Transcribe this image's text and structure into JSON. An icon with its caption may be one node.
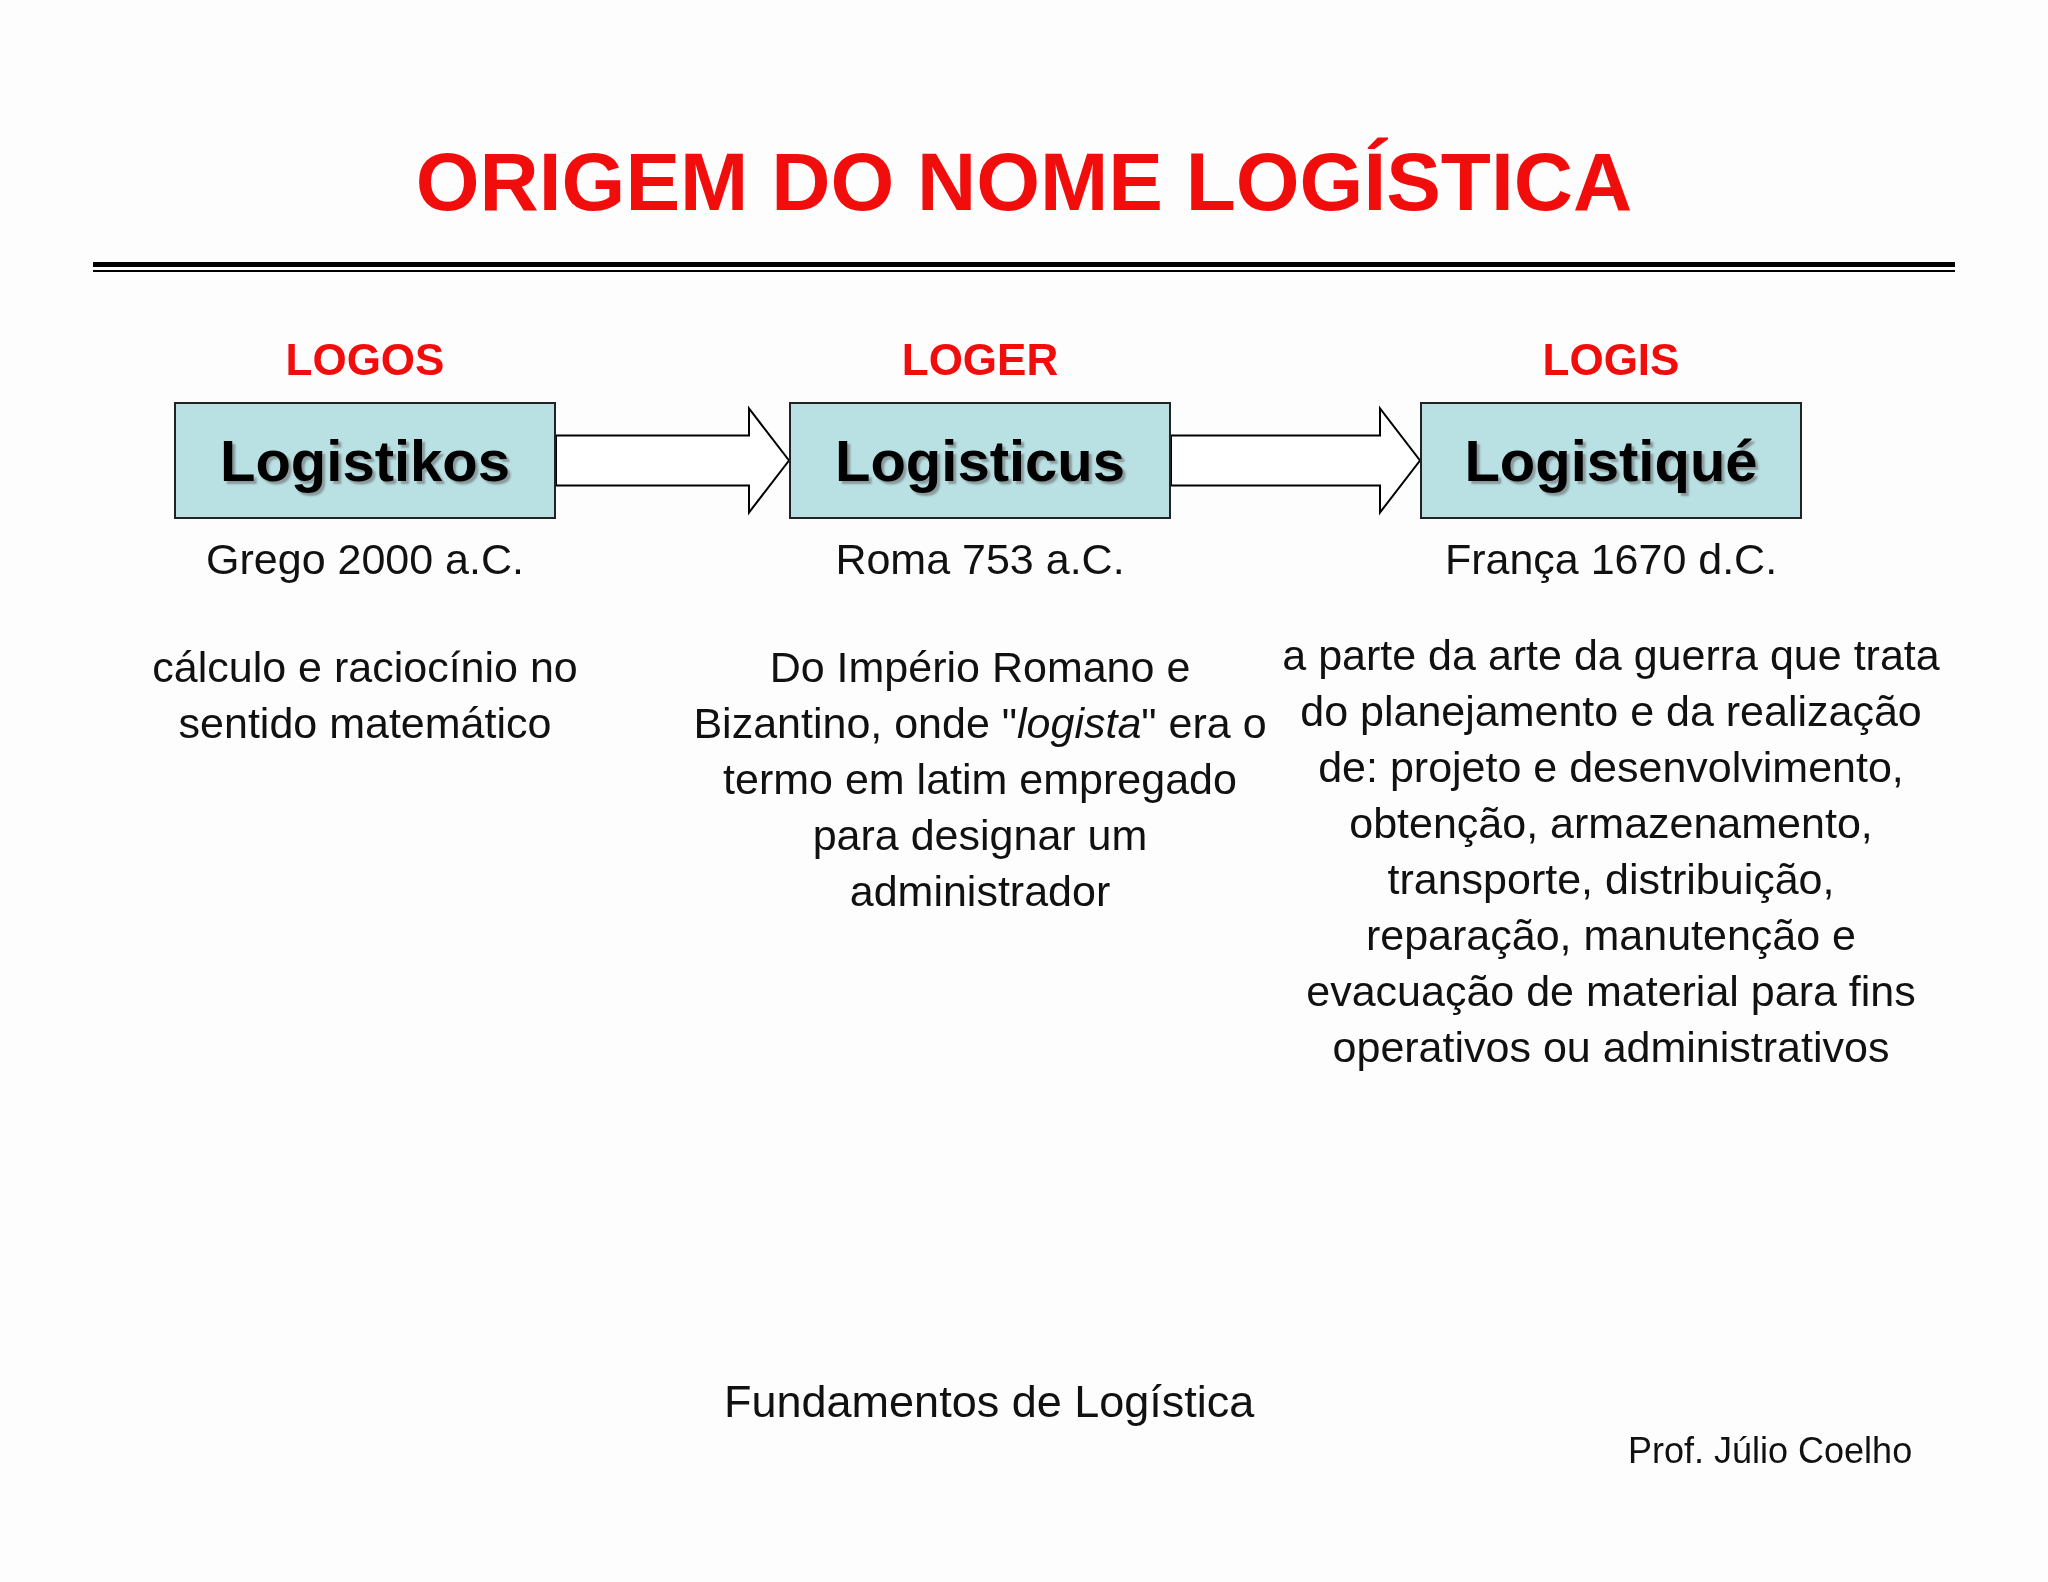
{
  "diagram": {
    "title": "ORIGEM DO NOME LOGÍSTICA",
    "nodes": [
      {
        "text": [
          "LOGOS",
          "Logistikos"
        ],
        "beside": [
          "Grego 2000 a.C.",
          "cálculo e raciocínio no sentido matemático"
        ]
      },
      {
        "text": [
          "LOGER",
          "Logisticus"
        ],
        "beside": [
          "Roma 753 a.C.",
          "Do Império Romano e Bizantino, onde \"*logista*\" era o termo em latim empregado para designar um administrador"
        ]
      },
      {
        "text": [
          "LOGIS",
          "Logistiqué"
        ],
        "beside": [
          "França 1670 d.C.",
          "a parte da arte da guerra que trata do planejamento e da realização de: projeto e desenvolvimento, obtenção, armazenamento, transporte, distribuição, reparação, manutenção e evacuação de material para fins operativos ou administrativos"
        ]
      }
    ],
    "edges": [
      {
        "from": 0,
        "to": 1,
        "arrow": "to"
      },
      {
        "from": 1,
        "to": 2,
        "arrow": "to"
      }
    ],
    "labels": [
      "Fundamentos de Logística",
      "Prof. Júlio Coelho"
    ]
  }
}
